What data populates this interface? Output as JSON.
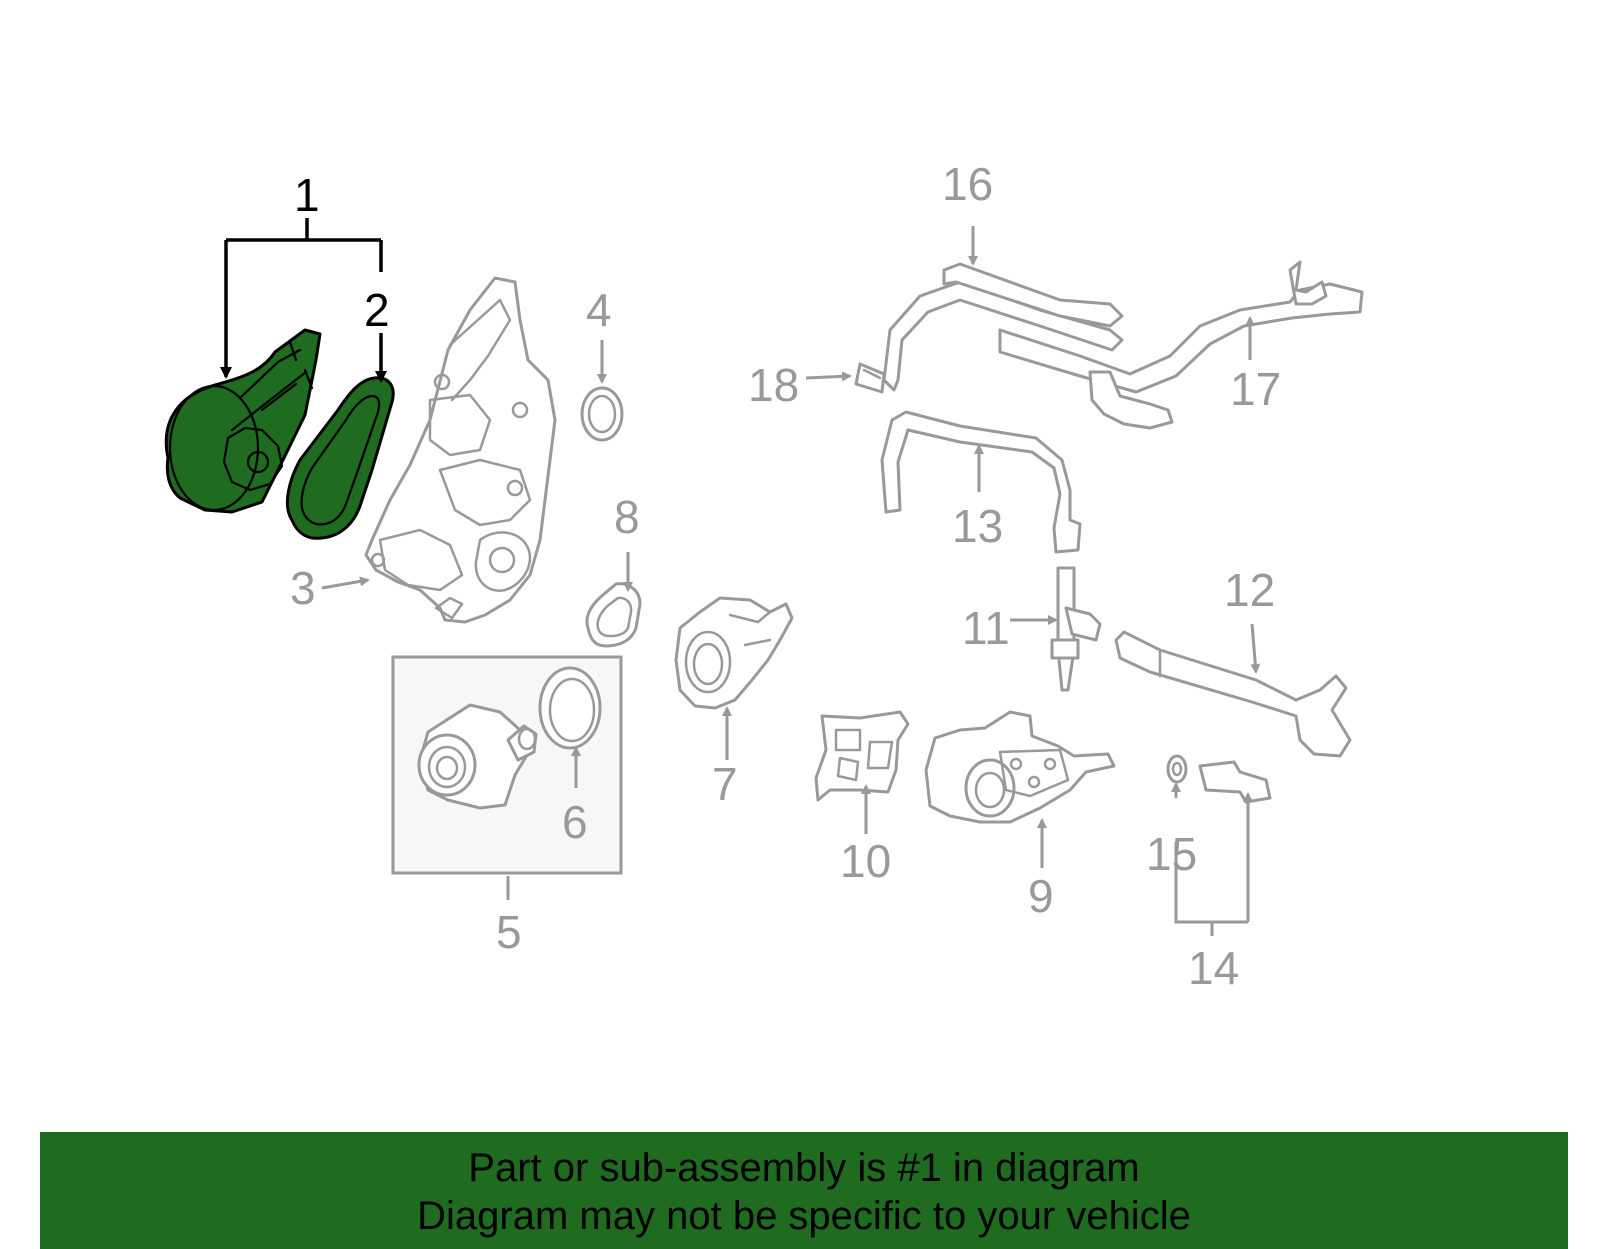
{
  "callouts": {
    "c1": "1",
    "c2": "2",
    "c3": "3",
    "c4": "4",
    "c5": "5",
    "c6": "6",
    "c7": "7",
    "c8": "8",
    "c9": "9",
    "c10": "10",
    "c11": "11",
    "c12": "12",
    "c13": "13",
    "c14": "14",
    "c15": "15",
    "c16": "16",
    "c17": "17",
    "c18": "18"
  },
  "highlight": {
    "part_number": "1",
    "color": "#1f6b1f"
  },
  "colors": {
    "part_outline": "#999999",
    "highlight_outline": "#000000",
    "banner": "#1f6b1f"
  },
  "banner": {
    "line1": "Part or sub-assembly is #1 in diagram",
    "line2": "Diagram may not be specific to your vehicle"
  }
}
